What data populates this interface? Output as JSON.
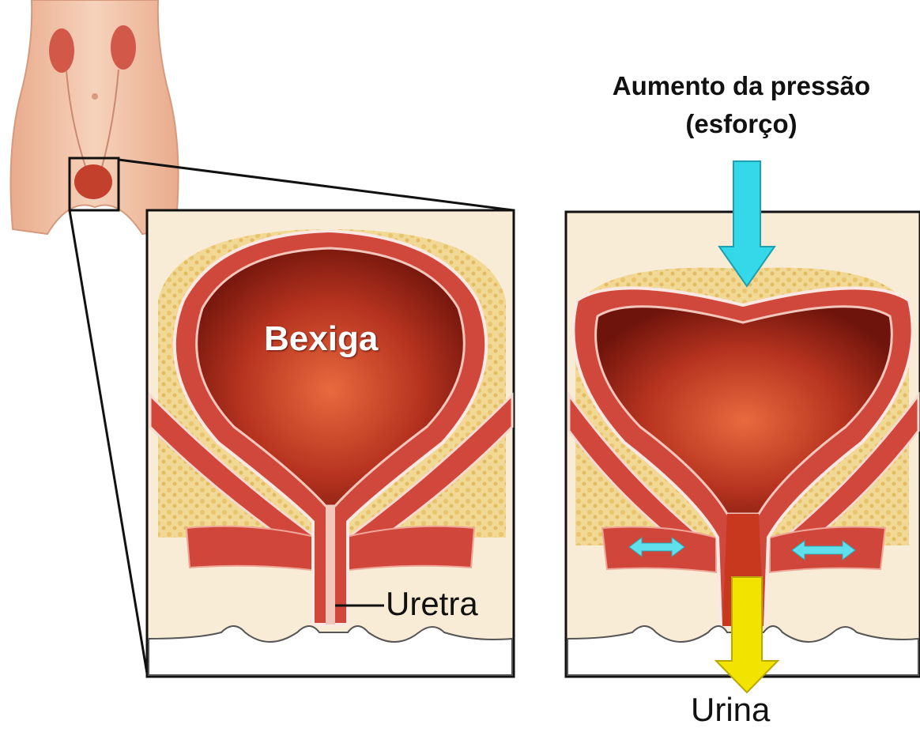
{
  "labels": {
    "pressure_title": "Aumento da pressão",
    "pressure_subtitle": "(esforço)",
    "bladder": "Bexiga",
    "urethra": "Uretra",
    "urine": "Urina"
  },
  "colors": {
    "skin": "#f1c3a6",
    "panel_bg": "#f8ecd6",
    "fat": "#e8c56a",
    "muscle": "#d2473c",
    "bladder_inner": "#8c1e12",
    "pressure_arrow": "#35d8e8",
    "urine_arrow": "#f2e400",
    "frame": "#111111"
  },
  "icons": {
    "pressure": "down-arrow-icon",
    "urine": "down-arrow-icon",
    "muscle_stretch": "double-arrow-icon"
  }
}
